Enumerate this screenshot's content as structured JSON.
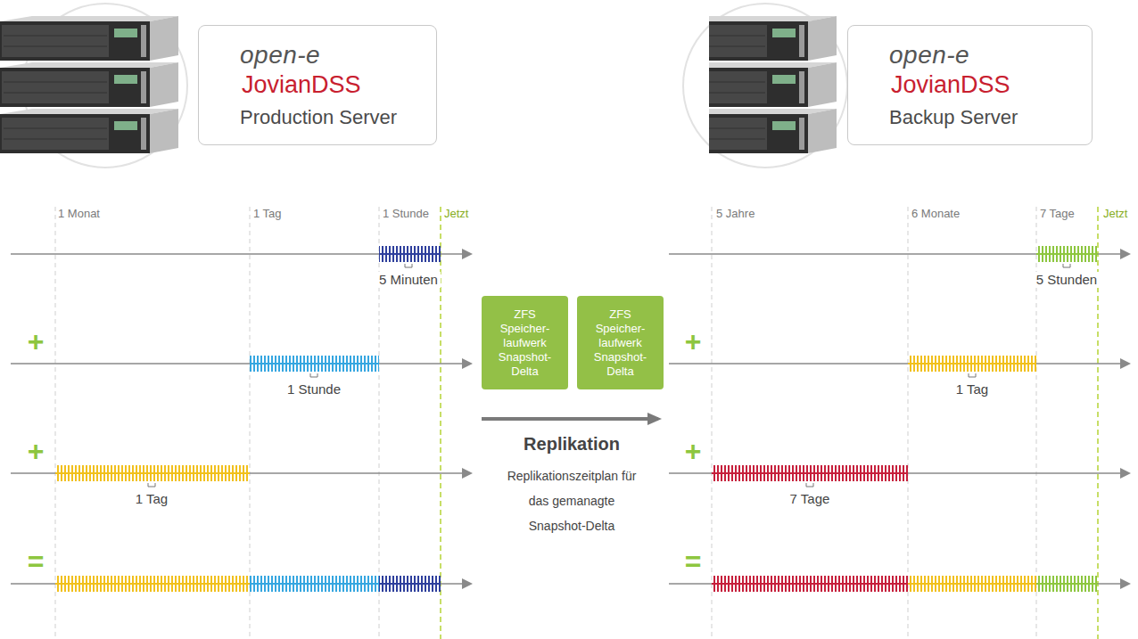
{
  "diagram": {
    "nodes": [
      {
        "text": [
          "open-e",
          "JovianDSS",
          "Production Server"
        ]
      },
      {
        "text": [
          "open-e",
          "JovianDSS",
          "Backup Server"
        ]
      },
      {
        "text": [
          "ZFS Speicher- laufwerk Snapshot- Delta"
        ]
      },
      {
        "text": [
          "ZFS Speicher- laufwerk Snapshot- Delta"
        ]
      }
    ],
    "labels": [
      "1 Monat",
      "1 Tag",
      "1 Stunde",
      "Jetzt",
      "5 Minuten",
      "1 Stunde",
      "1 Tag",
      "5 Jahre",
      "6 Monate",
      "7 Tage",
      "Jetzt",
      "5 Stunden",
      "1 Tag",
      "7 Tage",
      "+",
      "+",
      "=",
      "+",
      "+",
      "=",
      "Replikation",
      "Replikationszeitplan für das gemanagte Snapshot-Delta"
    ]
  }
}
